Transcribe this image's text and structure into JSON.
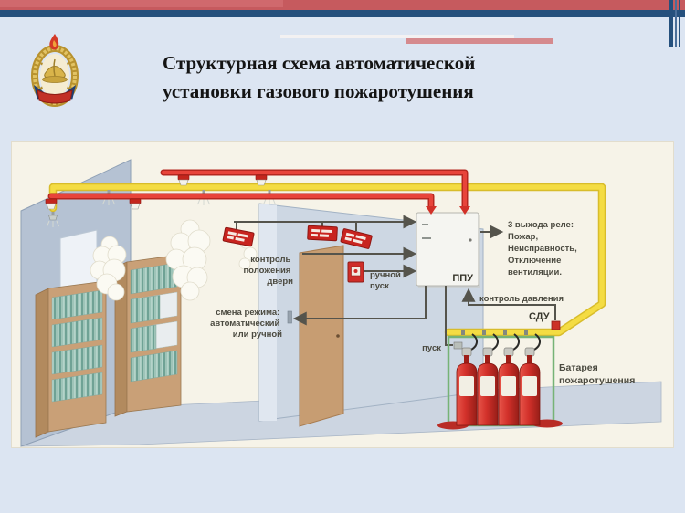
{
  "header": {
    "title_line1": "Структурная схема автоматической",
    "title_line2": "установки газового пожаротушения"
  },
  "diagram": {
    "labels": {
      "door_control": [
        "контроль",
        "положения",
        "двери"
      ],
      "manual_release": [
        "ручной",
        "пуск"
      ],
      "mode_switch": [
        "смена режима:",
        "автоматический",
        "или ручной"
      ],
      "relay_outputs": [
        "3 выхода реле:",
        "Пожар,",
        "Неисправность,",
        "Отключение",
        "вентиляции."
      ],
      "pressure_control": "контроль давления",
      "sdu_label": "СДУ",
      "ppu_label": "ППУ",
      "start_label": "пуск",
      "battery_line1": "Батарея",
      "battery_line2": "пожаротушения"
    },
    "colors": {
      "gas_pipe": "#f2d83c",
      "alarm_pipe": "#e03a30",
      "cylinder_red": "#d2342b",
      "battery_frame_green": "#76b376",
      "signal_line": "#55544c",
      "panel_background": "#f6f3e8"
    }
  },
  "theme": {
    "slide_background": "#dce5f2",
    "bar_blue": "#25507d",
    "bar_red": "#c65a5e"
  }
}
